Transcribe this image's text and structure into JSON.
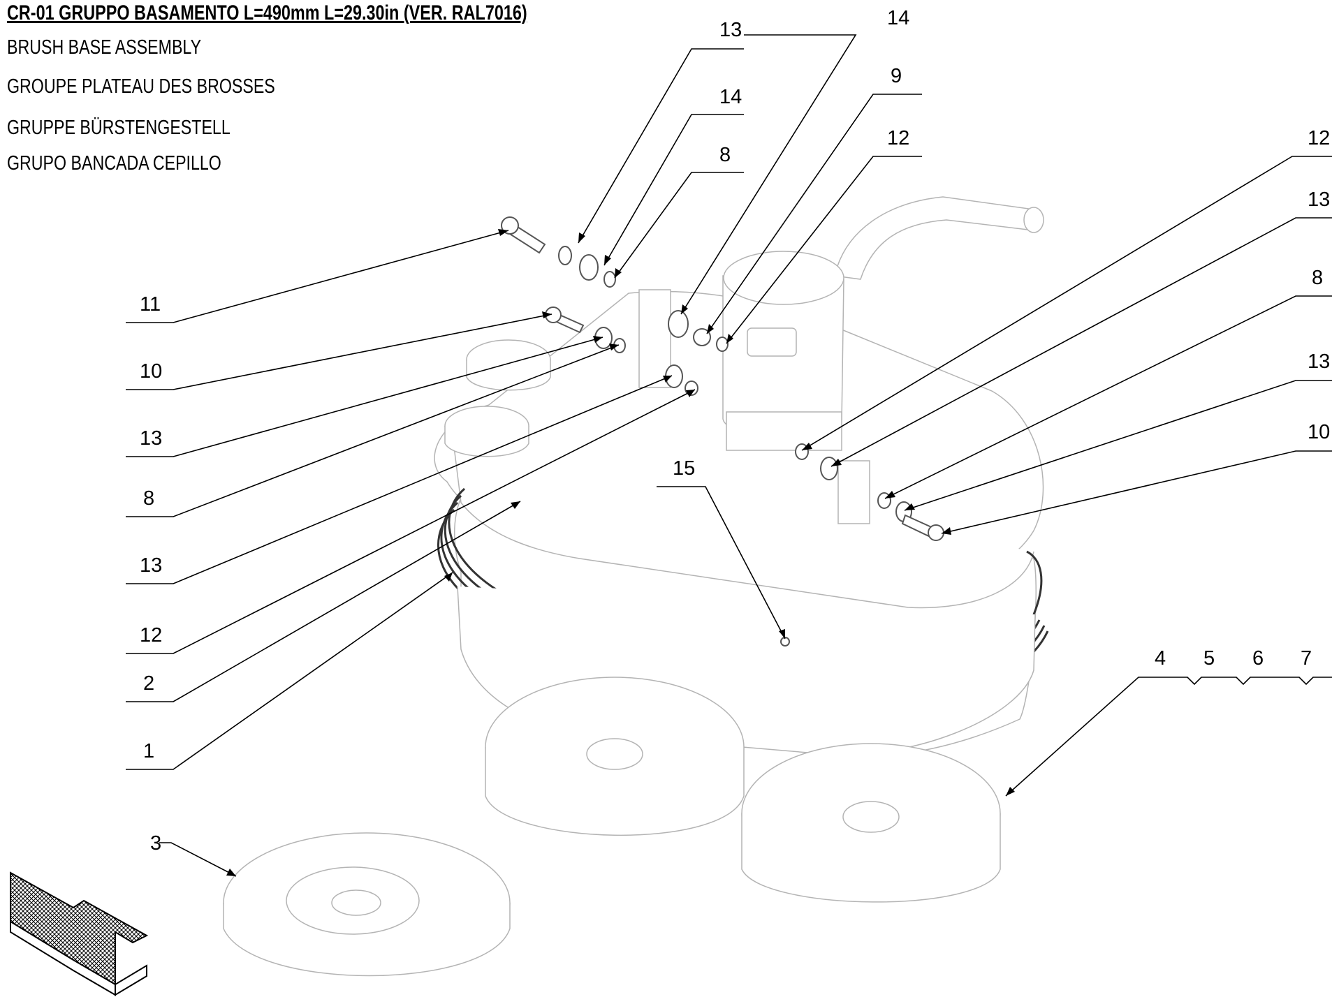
{
  "title": {
    "main": "CR-01 GRUPPO BASAMENTO L=490mm L=29.30in (VER. RAL7016)",
    "en": "BRUSH BASE ASSEMBLY",
    "fr": "GROUPE PLATEAU DES BROSSES",
    "de": "GRUPPE BÜRSTENGESTELL",
    "es": "GRUPO BANCADA CEPILLO"
  },
  "callouts": [
    {
      "id": "c-13-top",
      "label": "13"
    },
    {
      "id": "c-14-top",
      "label": "14"
    },
    {
      "id": "c-14-second",
      "label": "14"
    },
    {
      "id": "c-8-top",
      "label": "8"
    },
    {
      "id": "c-9",
      "label": "9"
    },
    {
      "id": "c-12-top",
      "label": "12"
    },
    {
      "id": "c-12-right",
      "label": "12"
    },
    {
      "id": "c-13-right-a",
      "label": "13"
    },
    {
      "id": "c-8-right",
      "label": "8"
    },
    {
      "id": "c-13-right-b",
      "label": "13"
    },
    {
      "id": "c-10-right",
      "label": "10"
    },
    {
      "id": "c-11-left",
      "label": "11"
    },
    {
      "id": "c-10-left",
      "label": "10"
    },
    {
      "id": "c-13-left-a",
      "label": "13"
    },
    {
      "id": "c-8-left",
      "label": "8"
    },
    {
      "id": "c-13-left-b",
      "label": "13"
    },
    {
      "id": "c-12-left",
      "label": "12"
    },
    {
      "id": "c-2",
      "label": "2"
    },
    {
      "id": "c-1",
      "label": "1"
    },
    {
      "id": "c-15",
      "label": "15"
    },
    {
      "id": "c-3",
      "label": "3"
    },
    {
      "id": "c-4",
      "label": "4"
    },
    {
      "id": "c-5",
      "label": "5"
    },
    {
      "id": "c-6",
      "label": "6"
    },
    {
      "id": "c-7",
      "label": "7"
    }
  ],
  "icons": {
    "orientation_arrow": "hatched-arrow-icon"
  }
}
